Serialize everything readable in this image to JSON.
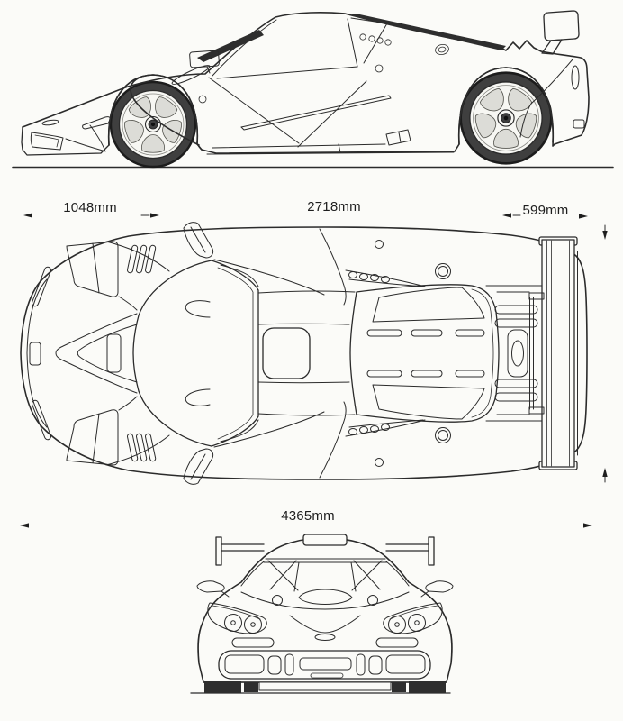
{
  "page": {
    "background": "#fbfbf8",
    "description": "three-view car blueprint"
  },
  "ink": {
    "line": "#2b2b2b",
    "dark_fill": "#2e2e2e",
    "tire_fill": "#3f3f3f",
    "rim_fill": "#f7f7f3",
    "spoke_window_fill": "#dcdcd7",
    "paper": "#fbfbf8",
    "text": "#1e1e1e"
  },
  "dimensions": {
    "front_overhang": {
      "label": "1048mm"
    },
    "wheelbase": {
      "label": "2718mm"
    },
    "rear_overhang": {
      "label": "599mm"
    },
    "overall_length": {
      "label": "4365mm"
    }
  }
}
